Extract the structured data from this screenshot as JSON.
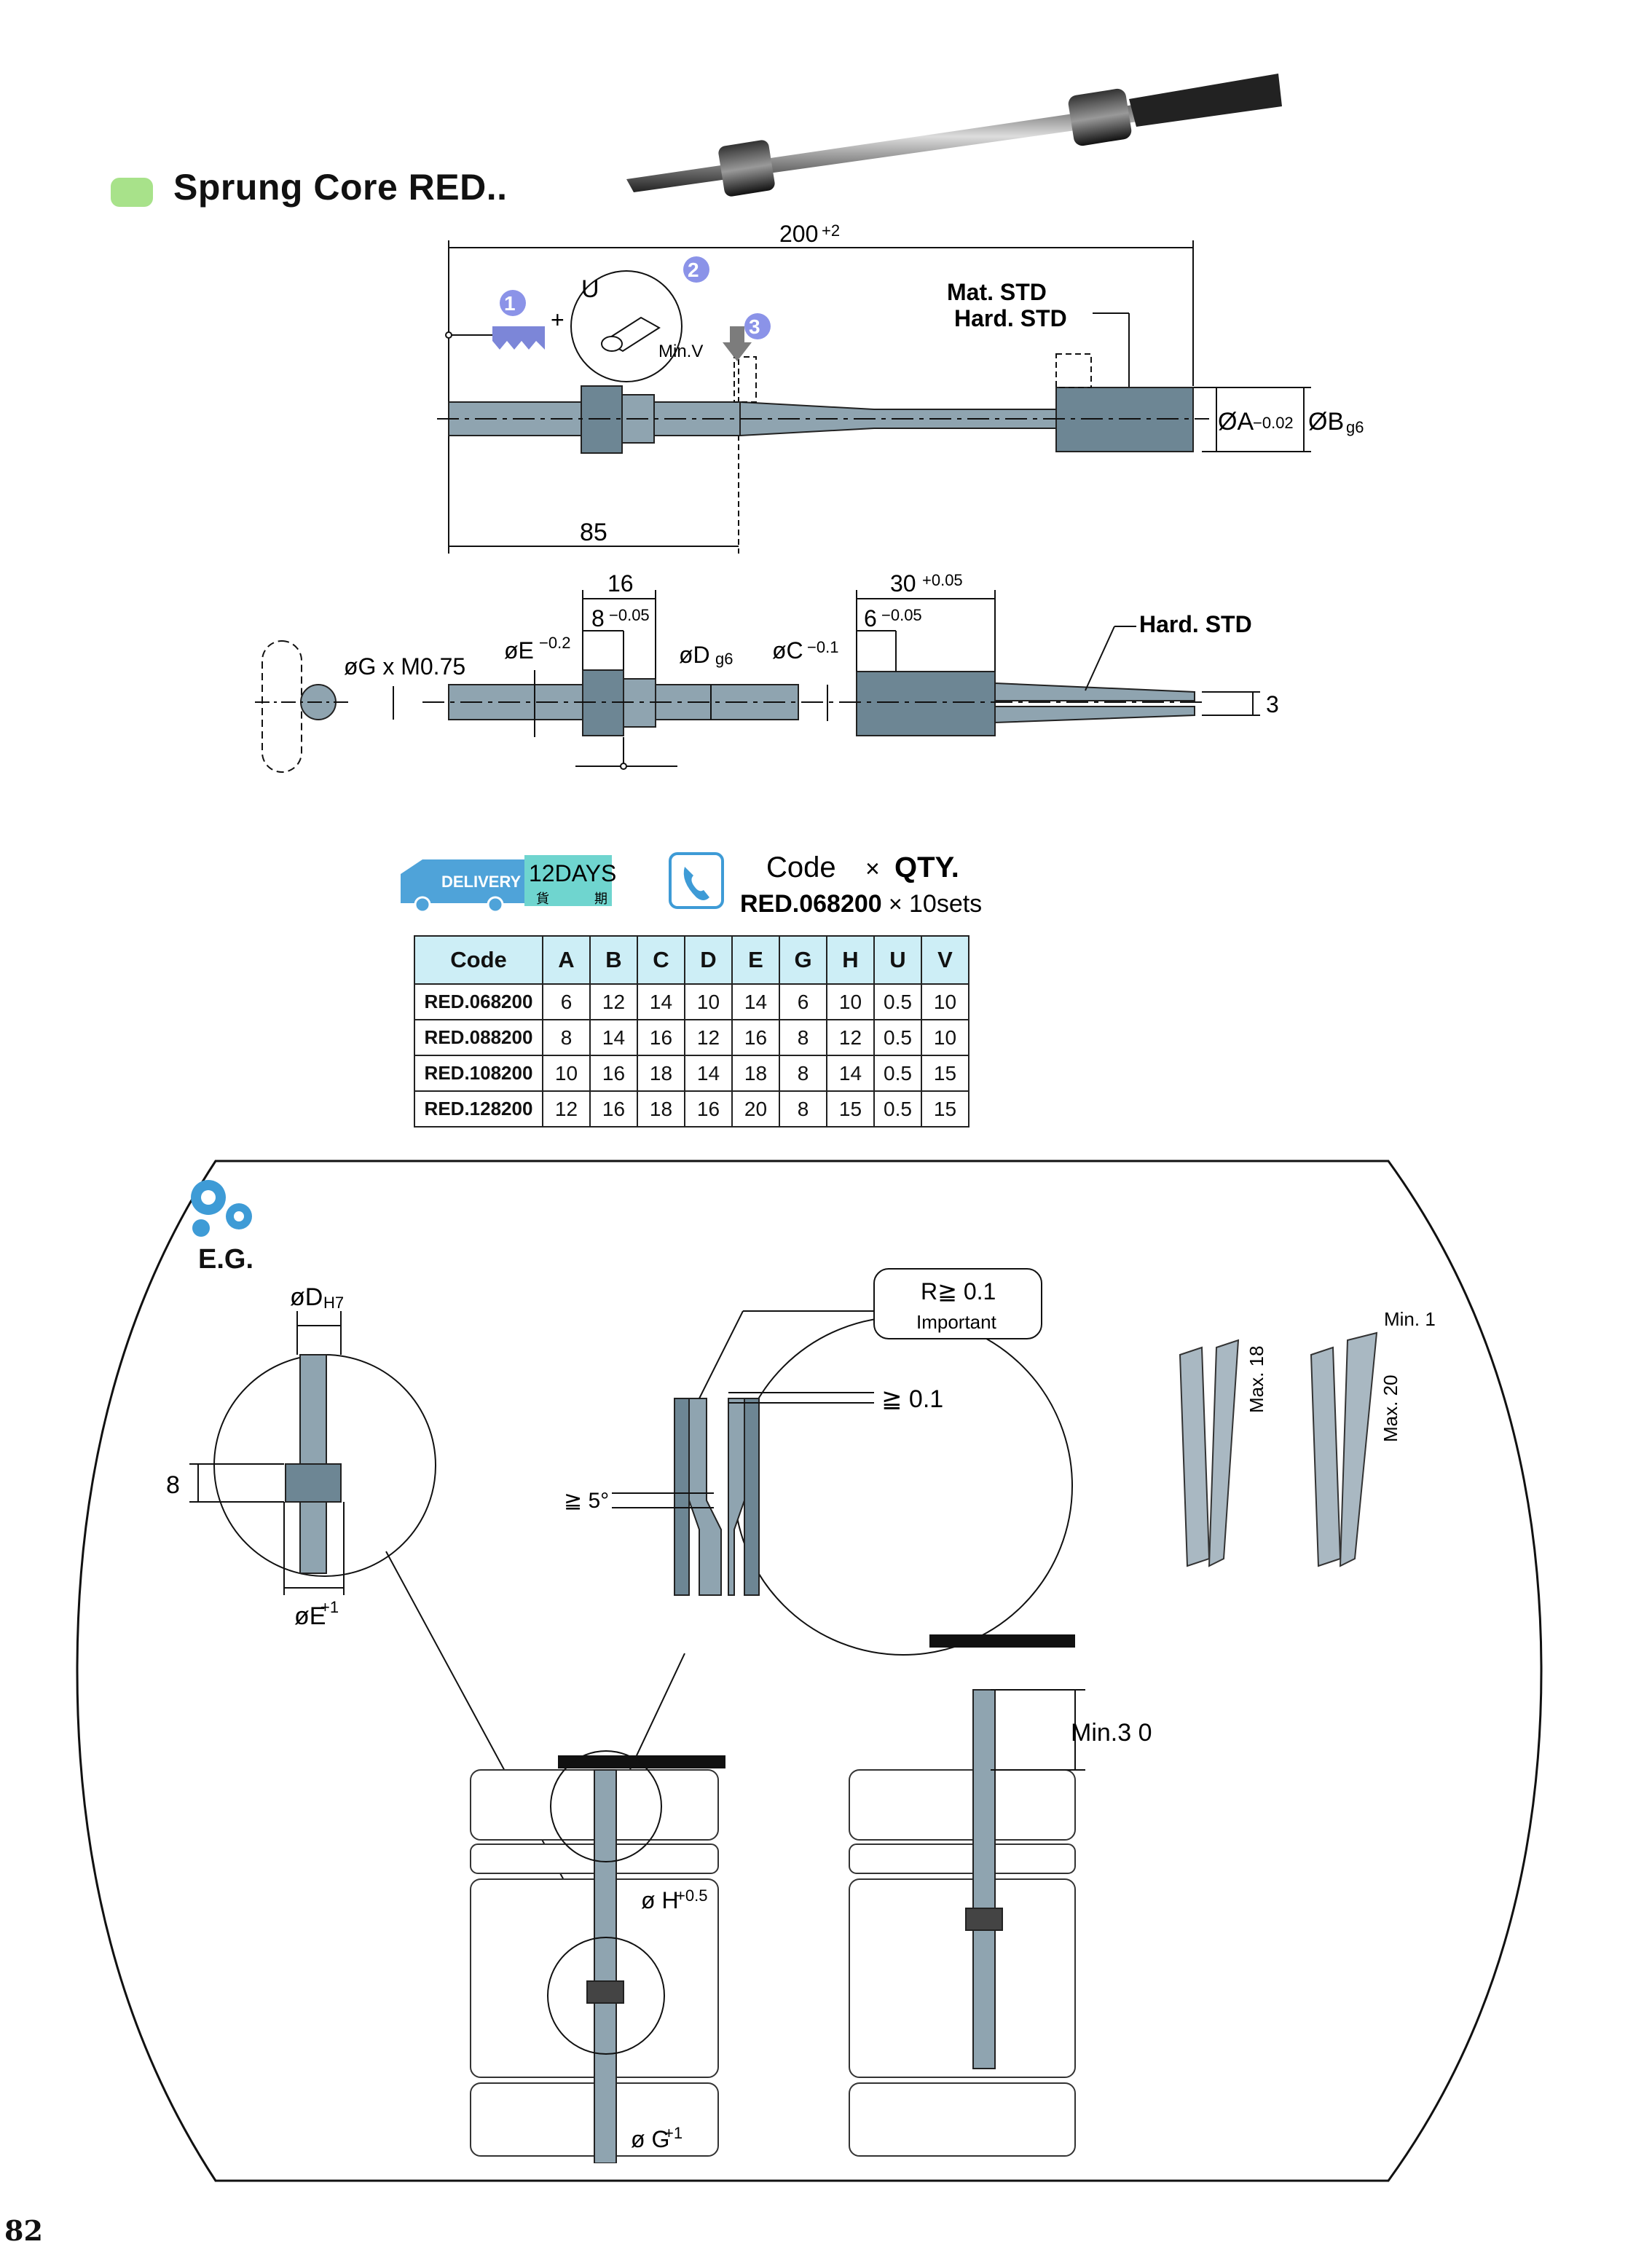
{
  "page": {
    "title": "Sprung Core RED..",
    "page_number": "82"
  },
  "colors": {
    "title_badge": "#a8e28a",
    "part_fill": "#8fa4b0",
    "part_dark": "#6d8694",
    "callout": "#8b93e8",
    "table_header": "#cdeef6",
    "eg_frame_accent": "#c9c2f3"
  },
  "drawing_top": {
    "dim_overall": "200",
    "dim_overall_tol": "+2",
    "dim_85": "85",
    "material_line1": "Mat. STD",
    "material_line2": "Hard. STD",
    "dim_A": "ØA",
    "dim_A_tol": "−0.02",
    "dim_B": "ØB",
    "dim_B_tol": "g6",
    "label_U": "U",
    "label_minV": "Min.V",
    "plus": "+",
    "callout_1": "1",
    "callout_2": "2",
    "callout_3": "3"
  },
  "drawing_bottom": {
    "dim_16": "16",
    "dim_8": "8",
    "dim_8_tol": "−0.05",
    "dim_30": "30",
    "dim_30_tol": "+0.05",
    "dim_6": "6",
    "dim_6_tol": "−0.05",
    "hard": "Hard. STD",
    "dim_E": "øE",
    "dim_E_tol": "−0.2",
    "dim_G": "øG x M0.75",
    "dim_D": "øD",
    "dim_D_tol": "g6",
    "dim_C": "øC",
    "dim_C_tol": "−0.1",
    "dim_3": "3"
  },
  "order": {
    "delivery_label": "DELIVERY",
    "days_label": "12DAYS",
    "days_sub1": "貨",
    "days_sub2": "期",
    "code_label": "Code",
    "times": "×",
    "qty_label": "QTY.",
    "example_code": "RED.068200",
    "example_times": "×",
    "example_qty": "10sets"
  },
  "table": {
    "headers": [
      "Code",
      "A",
      "B",
      "C",
      "D",
      "E",
      "G",
      "H",
      "U",
      "V"
    ],
    "rows": [
      [
        "RED.068200",
        "6",
        "12",
        "14",
        "10",
        "14",
        "6",
        "10",
        "0.5",
        "10"
      ],
      [
        "RED.088200",
        "8",
        "14",
        "16",
        "12",
        "16",
        "8",
        "12",
        "0.5",
        "10"
      ],
      [
        "RED.108200",
        "10",
        "16",
        "18",
        "14",
        "18",
        "8",
        "14",
        "0.5",
        "15"
      ],
      [
        "RED.128200",
        "12",
        "16",
        "18",
        "16",
        "20",
        "8",
        "15",
        "0.5",
        "15"
      ]
    ]
  },
  "eg": {
    "label": "E.G.",
    "dim_D": "øD",
    "dim_D_tol": "H7",
    "dim_8": "8",
    "dim_E": "øE",
    "dim_E_tol": "+1",
    "callout_R": "R≧ 0.1",
    "callout_important": "Important",
    "dim_01": "≧ 0.1",
    "dim_5deg": "≧ 5°",
    "dim_H": "ø H",
    "dim_H_tol": "+0.5",
    "dim_G": "ø G",
    "dim_G_tol": "+1",
    "dim_min30": "Min.3 0",
    "dim_max18": "Max. 18",
    "dim_max20": "Max. 20",
    "dim_min1": "Min. 1"
  }
}
